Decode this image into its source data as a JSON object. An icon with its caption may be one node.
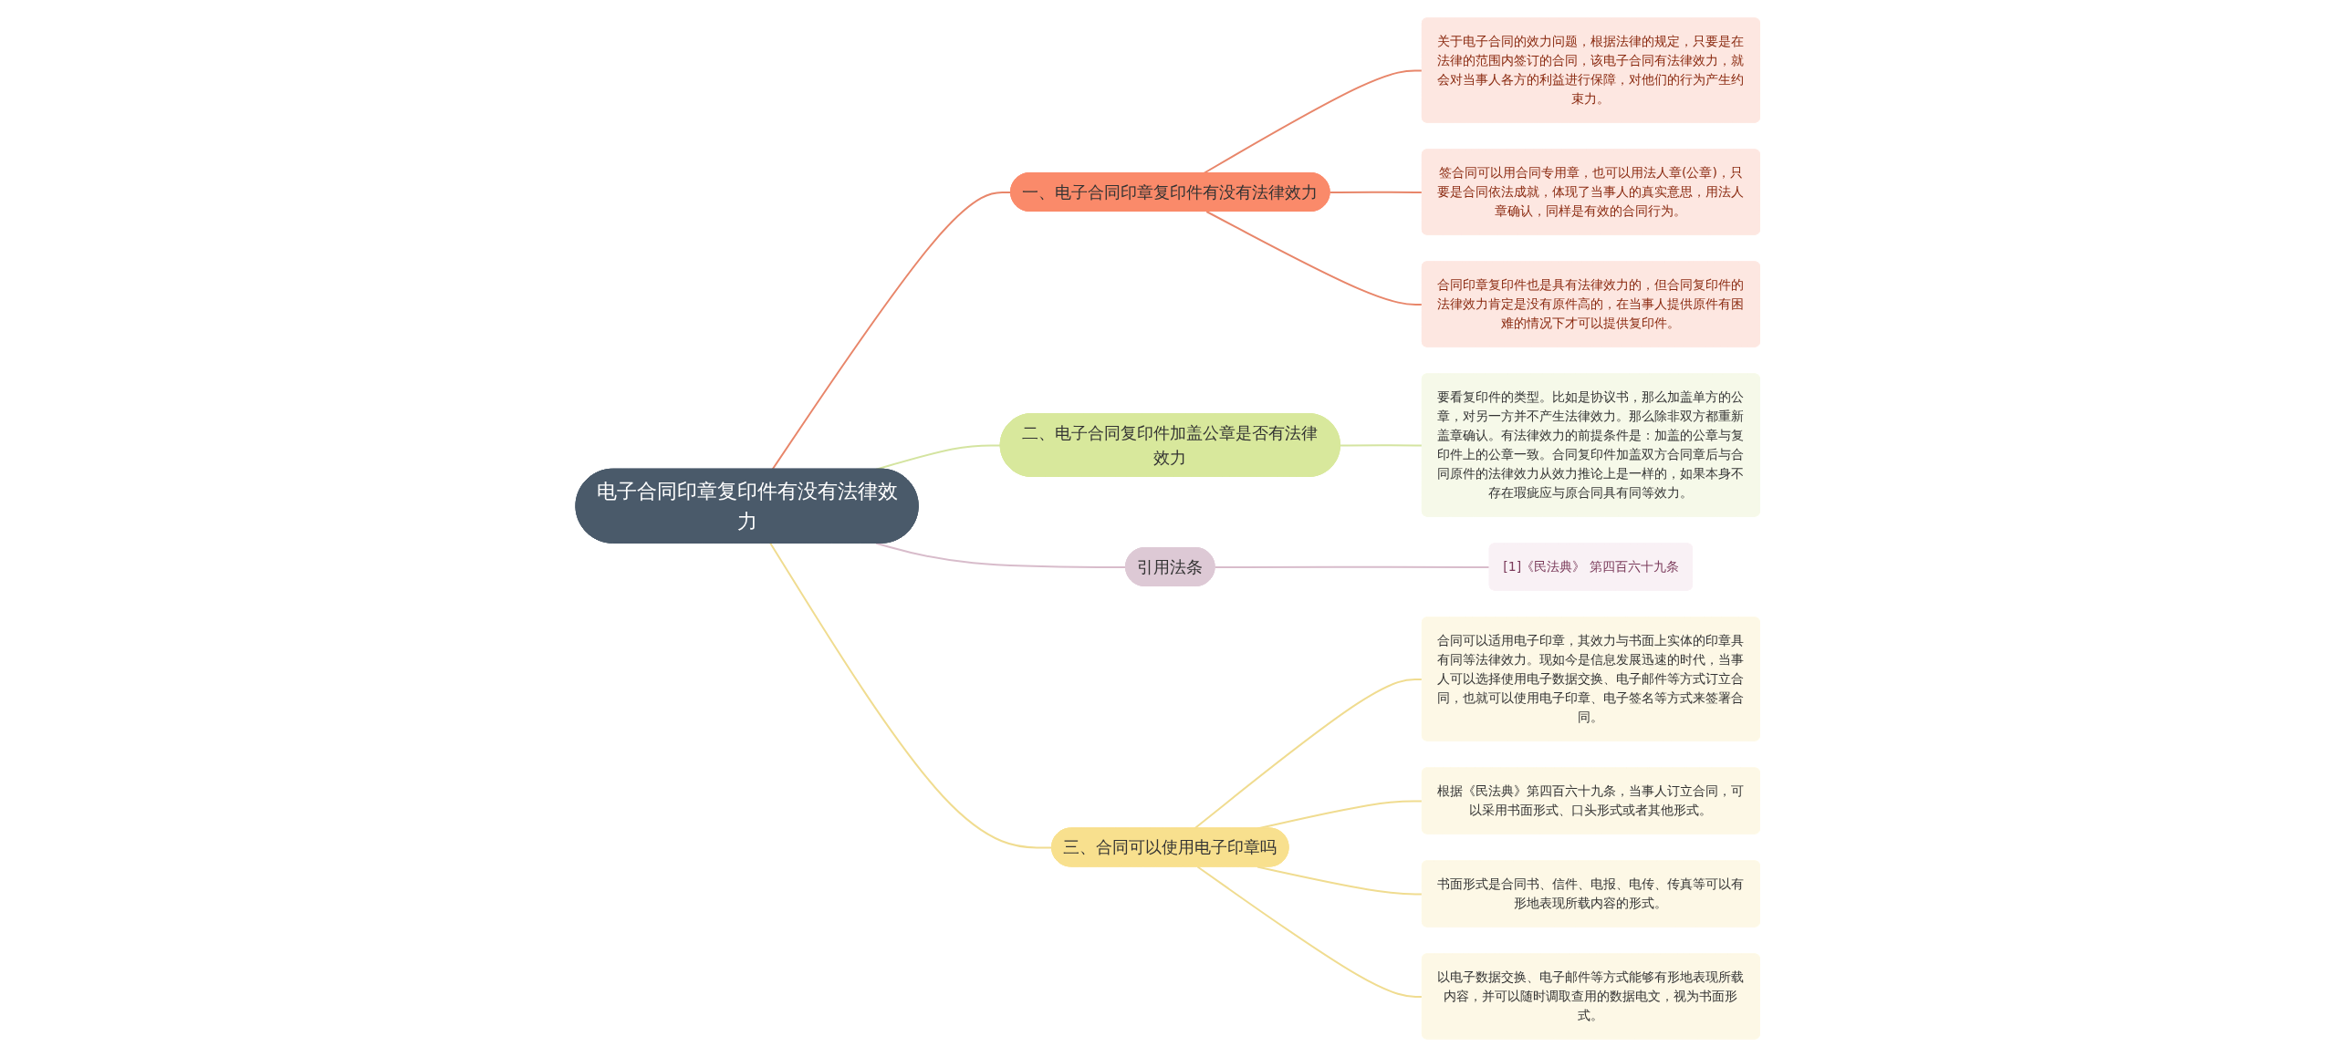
{
  "diagram": {
    "nodes": [
      {
        "text": [
          "电子合同印章复印件有没有法律效力"
        ]
      },
      {
        "text": [
          "一、电子合同印章复印件有没有法律效力"
        ]
      },
      {
        "text": [
          "关于电子合同的效力问题，根据法律的规定，只要是在法律的范围内签订的合同，该电子合同有法律效力，就会对当事人各方的利益进行保障，对他们的行为产生约束力。"
        ]
      },
      {
        "text": [
          "签合同可以用合同专用章，也可以用法人章(公章)，只要是合同依法成就，体现了当事人的真实意思，用法人章确认，同样是有效的合同行为。"
        ]
      },
      {
        "text": [
          "合同印章复印件也是具有法律效力的，但合同复印件的法律效力肯定是没有原件高的，在当事人提供原件有困难的情况下才可以提供复印件。"
        ]
      },
      {
        "text": [
          "二、电子合同复印件加盖公章是否有法律效力"
        ]
      },
      {
        "text": [
          "要看复印件的类型。比如是协议书，那么加盖单方的公章，对另一方并不产生法律效力。那么除非双方都重新盖章确认。有法律效力的前提条件是：加盖的公章与复印件上的公章一致。合同复印件加盖双方合同章后与合同原件的法律效力从效力推论上是一样的，如果本身不存在瑕疵应与原合同具有同等效力。"
        ]
      },
      {
        "text": [
          "引用法条"
        ]
      },
      {
        "text": [
          "[1]《民法典》 第四百六十九条"
        ]
      },
      {
        "text": [
          "三、合同可以使用电子印章吗"
        ]
      },
      {
        "text": [
          "合同可以适用电子印章，其效力与书面上实体的印章具有同等法律效力。现如今是信息发展迅速的时代，当事人可以选择使用电子数据交换、电子邮件等方式订立合同，也就可以使用电子印章、电子签名等方式来签署合同。"
        ]
      },
      {
        "text": [
          "根据《民法典》第四百六十九条，当事人订立合同，可以采用书面形式、口头形式或者其他形式。"
        ]
      },
      {
        "text": [
          "书面形式是合同书、信件、电报、电传、传真等可以有形地表现所载内容的形式。"
        ]
      },
      {
        "text": [
          "以电子数据交换、电子邮件等方式能够有形地表现所载内容，并可以随时调取查用的数据电文，视为书面形式。"
        ]
      }
    ],
    "edges": [
      {
        "from": 0,
        "to": 1,
        "arrow": "none",
        "color": "#e8866a"
      },
      {
        "from": 1,
        "to": 2,
        "arrow": "none",
        "color": "#e8866a"
      },
      {
        "from": 1,
        "to": 3,
        "arrow": "none",
        "color": "#e8866a"
      },
      {
        "from": 1,
        "to": 4,
        "arrow": "none",
        "color": "#e8866a"
      },
      {
        "from": 0,
        "to": 5,
        "arrow": "none",
        "color": "#d4e4a0"
      },
      {
        "from": 5,
        "to": 6,
        "arrow": "none",
        "color": "#d4e4a0"
      },
      {
        "from": 0,
        "to": 7,
        "arrow": "none",
        "color": "#d8bccb"
      },
      {
        "from": 7,
        "to": 8,
        "arrow": "none",
        "color": "#d8bccb"
      },
      {
        "from": 0,
        "to": 9,
        "arrow": "none"
      },
      {
        "from": 9,
        "to": 10,
        "arrow": "none"
      },
      {
        "from": 9,
        "to": 11,
        "arrow": "none"
      },
      {
        "from": 9,
        "to": 12,
        "arrow": "none"
      },
      {
        "from": 9,
        "to": 13,
        "arrow": "none"
      }
    ]
  }
}
